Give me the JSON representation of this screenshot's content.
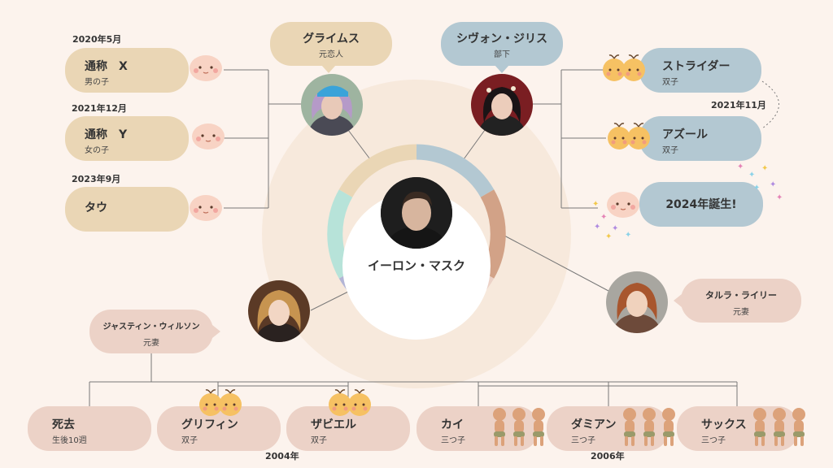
{
  "center": {
    "name": "イーロン・マスク"
  },
  "partners": {
    "grimes": {
      "name": "グライムス",
      "role": "元恋人"
    },
    "shivon": {
      "name": "シヴォン・ジリス",
      "role": "部下"
    },
    "talulah": {
      "name": "タルラ・ライリー",
      "role": "元妻"
    },
    "justine": {
      "name": "ジャスティン・ウィルソン",
      "role": "元妻"
    }
  },
  "grimes_children": [
    {
      "date": "2020年5月",
      "name": "通称　X",
      "sub": "男の子"
    },
    {
      "date": "2021年12月",
      "name": "通称　Y",
      "sub": "女の子"
    },
    {
      "date": "2023年9月",
      "name": "タウ",
      "sub": ""
    }
  ],
  "shivon_children": [
    {
      "name": "ストライダー",
      "sub": "双子"
    },
    {
      "name": "アズール",
      "sub": "双子"
    },
    {
      "name": "2024年誕生!",
      "sub": ""
    }
  ],
  "shivon_twins_date": "2021年11月",
  "justine_children": [
    {
      "name": "死去",
      "sub": "生後10週"
    },
    {
      "name": "グリフィン",
      "sub": "双子"
    },
    {
      "name": "ザビエル",
      "sub": "双子"
    },
    {
      "name": "カイ",
      "sub": "三つ子"
    },
    {
      "name": "ダミアン",
      "sub": "三つ子"
    },
    {
      "name": "サックス",
      "sub": "三つ子"
    }
  ],
  "year_twins": "2004年",
  "year_triplets": "2006年",
  "colors": {
    "background": "#fcf3ed",
    "grimes": "#ead6b5",
    "shivon": "#b3c8d2",
    "talulah": "#d2a287",
    "justine": "#b3b5d6",
    "mint": "#b7e3d9",
    "pink": "#ecd2c7"
  },
  "icons": {
    "baby": "baby-face-icon",
    "twins": "twin-babies-icon",
    "triplets": "standing-babies-icon",
    "sparkle": "sparkle-stars-icon"
  }
}
